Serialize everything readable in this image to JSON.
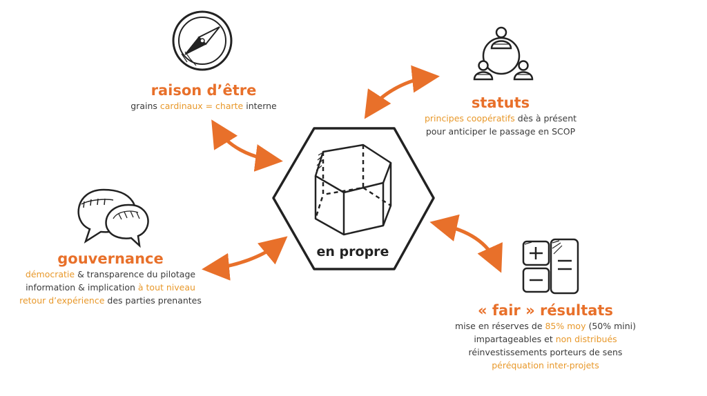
{
  "center": {
    "label": "en propre"
  },
  "colors": {
    "accent": "#e8702a",
    "highlight": "#e8982a",
    "text": "#3a3a3a",
    "stroke": "#222222"
  },
  "nodes": {
    "raison": {
      "title": "raison d’être",
      "icon": "compass-icon",
      "lines": [
        [
          {
            "t": "grains ",
            "h": false
          },
          {
            "t": "cardinaux = charte",
            "h": true
          },
          {
            "t": " interne",
            "h": false
          }
        ]
      ]
    },
    "statuts": {
      "title": "statuts",
      "icon": "people-network-icon",
      "lines": [
        [
          {
            "t": "principes coopératifs",
            "h": true
          },
          {
            "t": " dès à présent",
            "h": false
          }
        ],
        [
          {
            "t": "pour anticiper le passage en SCOP",
            "h": false
          }
        ]
      ]
    },
    "gouvernance": {
      "title": "gouvernance",
      "icon": "speech-bubbles-icon",
      "lines": [
        [
          {
            "t": "démocratie",
            "h": true
          },
          {
            "t": " & transparence du pilotage",
            "h": false
          }
        ],
        [
          {
            "t": "information & implication ",
            "h": false
          },
          {
            "t": "à tout niveau",
            "h": true
          }
        ],
        [
          {
            "t": "retour d’expérience",
            "h": true
          },
          {
            "t": " des parties prenantes",
            "h": false
          }
        ]
      ]
    },
    "resultats": {
      "title": "« fair » résultats",
      "icon": "calculator-icon",
      "lines": [
        [
          {
            "t": "mise en réserves de ",
            "h": false
          },
          {
            "t": "85% moy",
            "h": true
          },
          {
            "t": " (50% mini)",
            "h": false
          }
        ],
        [
          {
            "t": "impartageables et ",
            "h": false
          },
          {
            "t": "non distribués",
            "h": true
          }
        ],
        [
          {
            "t": "réinvestissements porteurs de sens",
            "h": false
          }
        ],
        [
          {
            "t": "péréquation inter-projets",
            "h": true
          }
        ]
      ]
    }
  }
}
